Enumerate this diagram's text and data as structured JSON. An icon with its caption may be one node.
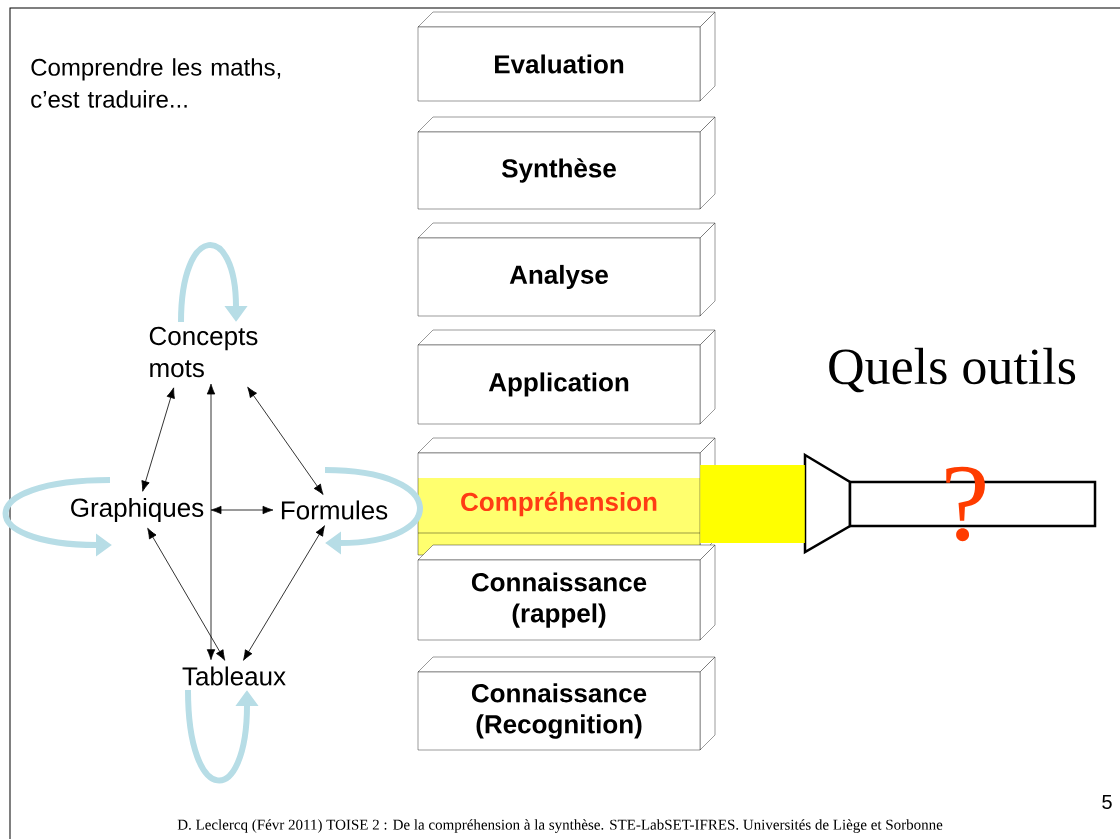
{
  "diagram": {
    "caption": "D. Leclercq (Févr 2011)  TOISE 2 : De la compréhension à la synthèse. STE-LabSET-IFRES.  Universités de Liège et Sorbonne",
    "nodes": [
      {
        "text": [
          "Evaluation"
        ]
      },
      {
        "text": [
          "Synthèse"
        ]
      },
      {
        "text": [
          "Analyse"
        ]
      },
      {
        "text": [
          "Application"
        ]
      },
      {
        "text": [
          "Compréhension"
        ]
      },
      {
        "text": [
          "Connaissance (rappel)"
        ]
      },
      {
        "text": [
          "Connaissance (Recognition)"
        ]
      },
      {
        "text": [
          "Concepts mots"
        ]
      },
      {
        "text": [
          "Graphiques"
        ]
      },
      {
        "text": [
          "Formules"
        ]
      },
      {
        "text": [
          "Tableaux"
        ]
      },
      {
        "text": [
          "?"
        ]
      }
    ],
    "edges": [
      {
        "from": 7,
        "to": 8,
        "arrow": "both"
      },
      {
        "from": 7,
        "to": 9,
        "arrow": "both"
      },
      {
        "from": 7,
        "to": 10,
        "arrow": "both"
      },
      {
        "from": 8,
        "to": 9,
        "arrow": "both"
      },
      {
        "from": 8,
        "to": 10,
        "arrow": "both"
      },
      {
        "from": 9,
        "to": 10,
        "arrow": "both"
      },
      {
        "from": 7,
        "to": 7,
        "arrow": "to",
        "style": "thick",
        "color": "#b7dde6"
      },
      {
        "from": 8,
        "to": 8,
        "arrow": "to",
        "style": "thick",
        "color": "#b7dde6"
      },
      {
        "from": 9,
        "to": 9,
        "arrow": "to",
        "style": "thick",
        "color": "#b7dde6"
      },
      {
        "from": 10,
        "to": 10,
        "arrow": "to",
        "style": "thick",
        "color": "#b7dde6"
      },
      {
        "from": 4,
        "to": 11,
        "arrow": "none",
        "style": "thick",
        "color": "#ffff00"
      }
    ],
    "labels": [
      "Comprendre les maths,  c’est traduire...",
      "Quels outils",
      "5"
    ]
  }
}
